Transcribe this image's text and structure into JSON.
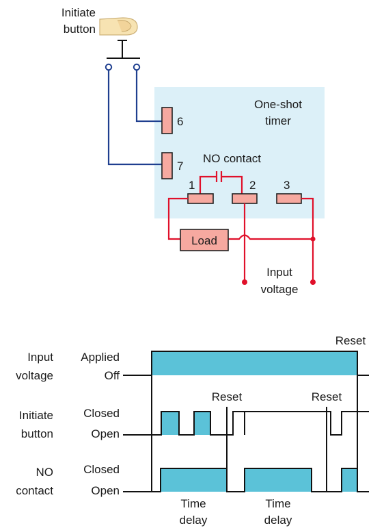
{
  "circuit": {
    "initiate_label_1": "Initiate",
    "initiate_label_2": "button",
    "timer_label_1": "One-shot",
    "timer_label_2": "timer",
    "pin6": "6",
    "pin7": "7",
    "no_contact_label": "NO contact",
    "pin1": "1",
    "pin2": "2",
    "pin3": "3",
    "load_label": "Load",
    "input_voltage_1": "Input",
    "input_voltage_2": "voltage",
    "colors": {
      "timer_box": "#dcf0f8",
      "blue_wire": "#1f3f8f",
      "red_wire": "#e0102a",
      "terminal_fill": "#f6a9a0",
      "finger": "#f7e3b2"
    }
  },
  "timing": {
    "reset_top": "Reset",
    "reset_mid_1": "Reset",
    "reset_mid_2": "Reset",
    "rows": [
      {
        "name_1": "Input",
        "name_2": "voltage",
        "high_state": "Applied",
        "low_state": "Off"
      },
      {
        "name_1": "Initiate",
        "name_2": "button",
        "high_state": "Closed",
        "low_state": "Open"
      },
      {
        "name_1": "NO",
        "name_2": "contact",
        "high_state": "Closed",
        "low_state": "Open"
      }
    ],
    "time_delay_1a": "Time",
    "time_delay_1b": "delay",
    "time_delay_2a": "Time",
    "time_delay_2b": "delay",
    "wave_color": "#5bc2d8"
  }
}
